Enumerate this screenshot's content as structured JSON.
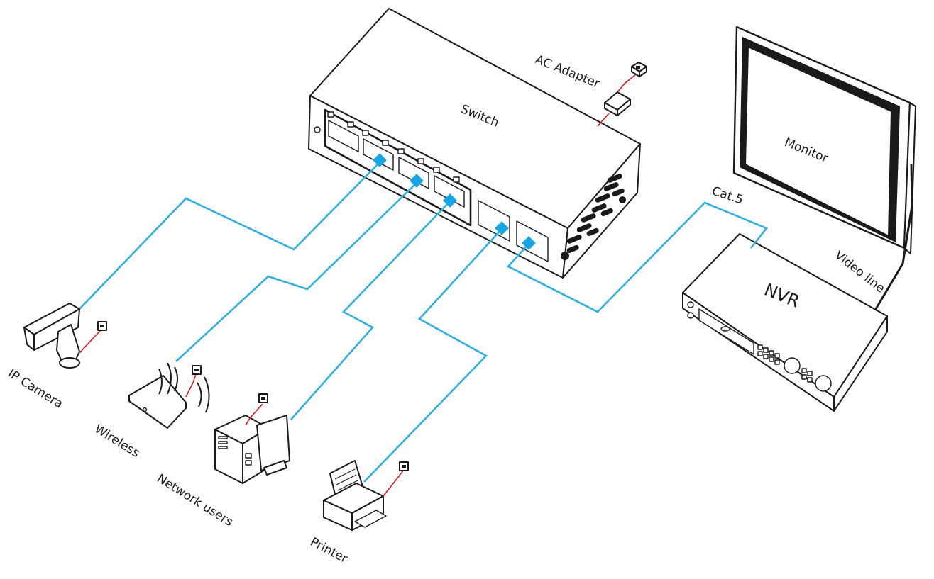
{
  "labels": {
    "switch": "Switch",
    "ac_adapter": "AC Adapter",
    "monitor": "Monitor",
    "cat5": "Cat.5",
    "video_line": "Video line",
    "nvr": "NVR",
    "ip_camera": "IP Camera",
    "wireless": "Wireless",
    "network_users": "Network users",
    "printer": "Printer"
  },
  "colors": {
    "network_cable": "#2fb0e0",
    "port_marker": "#16a6e6",
    "power_cable": "#e0141c",
    "outline": "#1a1a1a"
  },
  "icons": [
    "switch-icon",
    "ac-adapter-icon",
    "wall-outlet-icon",
    "monitor-icon",
    "nvr-icon",
    "ip-camera-icon",
    "wireless-router-icon",
    "pc-icon",
    "printer-icon"
  ]
}
